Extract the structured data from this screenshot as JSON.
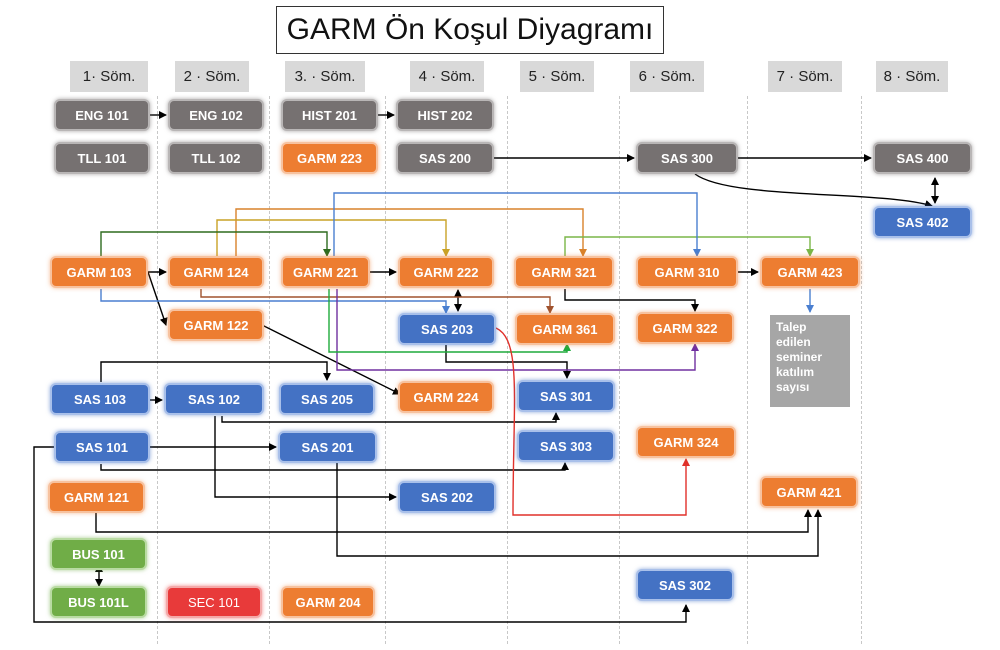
{
  "title": "GARM Ön Koşul Diyagramı",
  "semesters": [
    "1· Söm.",
    "2 · Söm.",
    "3. · Söm.",
    "4 · Söm.",
    "5 · Söm.",
    "6 · Söm.",
    "7 · Söm.",
    "8 · Söm."
  ],
  "nodes": {
    "eng101": "ENG 101",
    "eng102": "ENG 102",
    "hist201": "HIST 201",
    "hist202": "HIST 202",
    "tll101": "TLL 101",
    "tll102": "TLL 102",
    "garm223": "GARM 223",
    "sas200": "SAS 200",
    "sas300": "SAS 300",
    "sas400": "SAS 400",
    "sas402": "SAS 402",
    "garm103": "GARM 103",
    "garm124": "GARM 124",
    "garm221": "GARM 221",
    "garm222": "GARM 222",
    "garm321": "GARM 321",
    "garm310": "GARM 310",
    "garm423": "GARM 423",
    "garm122": "GARM 122",
    "sas203": "SAS 203",
    "garm361": "GARM 361",
    "garm322": "GARM 322",
    "sas103": "SAS 103",
    "sas102": "SAS 102",
    "sas205": "SAS 205",
    "garm224": "GARM 224",
    "sas301": "SAS 301",
    "sas101": "SAS 101",
    "sas201": "SAS 201",
    "sas303": "SAS 303",
    "garm324": "GARM 324",
    "garm121": "GARM 121",
    "sas202": "SAS 202",
    "garm421": "GARM 421",
    "bus101": "BUS 101",
    "bus101l": "BUS 101L",
    "sec101": "SEC 101",
    "garm204": "GARM 204",
    "sas302": "SAS 302"
  },
  "note": "Talep edilen seminer katılım sayısı",
  "colors": {
    "gray": "#767171",
    "orange": "#ed7d31",
    "blue": "#4472c4",
    "green": "#70ad47",
    "red": "#e83a3a",
    "edge_black": "#000000",
    "edge_orange": "#d9822b",
    "edge_gold": "#c9a227",
    "edge_darkgreen": "#2e6b1f",
    "edge_lightgreen": "#7ab648",
    "edge_blue": "#4a7fd0",
    "edge_brown": "#a0522d",
    "edge_purple": "#7030a0",
    "edge_red": "#e0302a",
    "edge_green": "#1faa3c"
  }
}
